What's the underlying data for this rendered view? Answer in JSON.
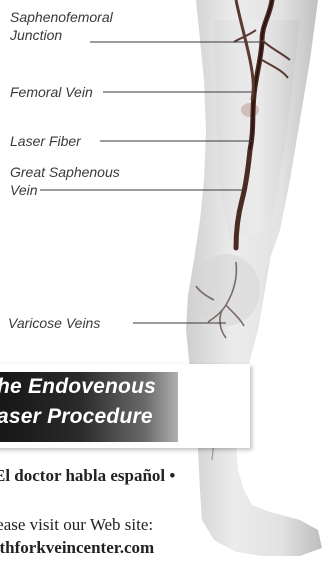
{
  "labels": {
    "saphenofemoral_line1": "Saphenofemoral",
    "saphenofemoral_line2": "Junction",
    "femoral_vein": "Femoral Vein",
    "laser_fiber": "Laser Fiber",
    "great_saphenous_line1": "Great Saphenous",
    "great_saphenous_line2": "Vein",
    "varicose_veins": "Varicose Veins"
  },
  "banner": {
    "line1": "The Endovenous",
    "line2": "Laser Procedure"
  },
  "footer": {
    "spanish_text": "El doctor habla español",
    "bullet": "•",
    "visit_text": "Please visit our Web site:",
    "website": "northforkveincenter.com"
  },
  "colors": {
    "label_text": "#3a3a3a",
    "vein": "#4a2a22",
    "banner_dark": "#0d0d0d"
  }
}
